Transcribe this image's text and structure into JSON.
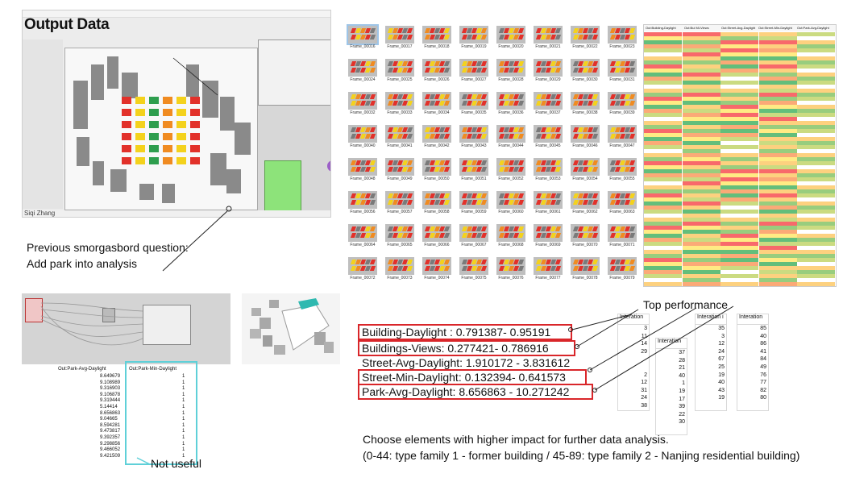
{
  "title": "Output Data",
  "author": "Siqi Zhang",
  "previous_question": {
    "line1": "Previous smorgasbord question:",
    "line2": "Add park into analysis"
  },
  "frames": [
    "Frame_00016",
    "Frame_00017",
    "Frame_00018",
    "Frame_00019",
    "Frame_00020",
    "Frame_00021",
    "Frame_00022",
    "Frame_00023",
    "Frame_00024",
    "Frame_00025",
    "Frame_00026",
    "Frame_00027",
    "Frame_00028",
    "Frame_00029",
    "Frame_00030",
    "Frame_00031",
    "Frame_00032",
    "Frame_00033",
    "Frame_00034",
    "Frame_00035",
    "Frame_00036",
    "Frame_00037",
    "Frame_00038",
    "Frame_00039",
    "Frame_00040",
    "Frame_00041",
    "Frame_00042",
    "Frame_00043",
    "Frame_00044",
    "Frame_00045",
    "Frame_00046",
    "Frame_00047",
    "Frame_00048",
    "Frame_00049",
    "Frame_00050",
    "Frame_00051",
    "Frame_00052",
    "Frame_00053",
    "Frame_00054",
    "Frame_00055",
    "Frame_00056",
    "Frame_00057",
    "Frame_00058",
    "Frame_00059",
    "Frame_00060",
    "Frame_00061",
    "Frame_00062",
    "Frame_00063",
    "Frame_00064",
    "Frame_00065",
    "Frame_00066",
    "Frame_00067",
    "Frame_00068",
    "Frame_00069",
    "Frame_00070",
    "Frame_00071",
    "Frame_00072",
    "Frame_00073",
    "Frame_00074",
    "Frame_00075",
    "Frame_00076",
    "Frame_00077",
    "Frame_00078",
    "Frame_00079"
  ],
  "data_table": {
    "headers": [
      "Out:Building-Daylight",
      "Out:Bui Mi-Views",
      "Out:Street-Avg-Daylight",
      "Out:Street-Min-Daylight",
      "Out:Park-Avg-Daylight"
    ]
  },
  "park_table": {
    "headers": [
      "Out:Park-Avg-Daylight",
      "Out:Park-Min-Daylight"
    ],
    "avg": [
      "8.649679",
      "9.108989",
      "9.316903",
      "9.106878",
      "9.319444",
      "5.14414",
      "8.656863",
      "9.04665",
      "8.594281",
      "9.473817",
      "9.392357",
      "9.298856",
      "9.466052",
      "9.421509"
    ],
    "min": [
      "1",
      "1",
      "1",
      "1",
      "1",
      "1",
      "1",
      "1",
      "1",
      "1",
      "1",
      "1",
      "1",
      "1"
    ]
  },
  "not_useful": "Not useful",
  "top_performance": "Top performance",
  "metrics": [
    {
      "label": "Building-Daylight : 0.791387- 0.95191",
      "boxed": true
    },
    {
      "label": "Buildings-Views: 0.277421- 0.786916",
      "boxed": true
    },
    {
      "label": "Street-Avg-Daylight: 1.910172 - 3.831612",
      "boxed": false
    },
    {
      "label": "Street-Min-Daylight: 0.132394- 0.641573",
      "boxed": true
    },
    {
      "label": "Park-Avg-Daylight: 8.656863 - 10.271242",
      "boxed": true
    }
  ],
  "iteration_cols": [
    {
      "header": "Interation",
      "values": [
        "3",
        "11",
        "14",
        "29",
        "",
        "",
        "2",
        "12",
        "31",
        "24",
        "38"
      ]
    },
    {
      "header": "Interation",
      "values": [
        "37",
        "28",
        "21",
        "40",
        "1",
        "19",
        "17",
        "39",
        "22",
        "30",
        ""
      ]
    },
    {
      "header": "Interation i",
      "values": [
        "35",
        "3",
        "12",
        "24",
        "67",
        "25",
        "19",
        "40",
        "43",
        "19",
        ""
      ]
    },
    {
      "header": "Interation",
      "values": [
        "85",
        "40",
        "86",
        "41",
        "84",
        "49",
        "76",
        "77",
        "82",
        "80",
        ""
      ]
    }
  ],
  "choose": {
    "line1": "Choose elements with higher impact for further data analysis.",
    "line2": "(0-44: type family 1 - former building  /  45-89: type family 2 - Nanjing residential building)"
  },
  "colors": {
    "red": "#d9262a",
    "cyan": "#5fd0d8",
    "green": "#8de37a",
    "purple": "#9c5fc8"
  }
}
